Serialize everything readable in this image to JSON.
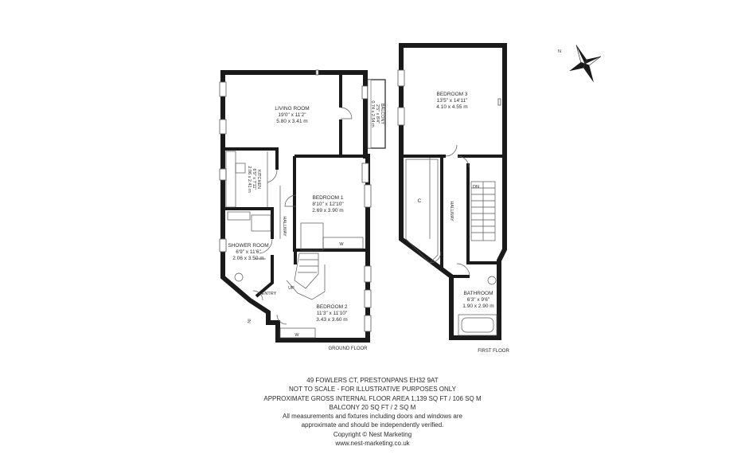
{
  "ground_floor": {
    "label": "GROUND FLOOR",
    "living_room": {
      "name": "LIVING ROOM",
      "imperial": "19'0\" x 11'2\"",
      "metric": "5.80 x 3.41 m"
    },
    "balcony": {
      "name": "BALCONY",
      "imperial": "2'5\" x 8'4\"",
      "metric": "0.74 x 2.54 m"
    },
    "kitchen": {
      "name": "KITCHEN",
      "imperial": "6'9\" x 7'11\"",
      "metric": "2.06 x 2.41 m"
    },
    "bedroom_1": {
      "name": "BEDROOM 1",
      "imperial": "8'10\" x 12'10\"",
      "metric": "2.69 x 3.90 m"
    },
    "hallway": "HALLWAY",
    "shower_room": {
      "name": "SHOWER ROOM",
      "imperial": "6'9\" x 11'6\"",
      "metric": "2.06 x 3.50 m"
    },
    "bedroom_2": {
      "name": "BEDROOM 2",
      "imperial": "11'3\" x 11'10\"",
      "metric": "3.43 x 3.60 m"
    },
    "entry": "ENTRY",
    "in": "IN",
    "up": "UP",
    "wardrobe": "W"
  },
  "first_floor": {
    "label": "FIRST FLOOR",
    "bedroom_3": {
      "name": "BEDROOM 3",
      "imperial": "13'5\" x 14'11\"",
      "metric": "4.10 x 4.55 m"
    },
    "hallway": "HALLWAY",
    "cupboard": "C",
    "down": "DN",
    "bathroom": {
      "name": "BATHROOM",
      "imperial": "6'3\" x 9'6\"",
      "metric": "1.90 x 2.90 m"
    }
  },
  "compass": {
    "label": "N"
  },
  "footer": {
    "address": "49 FOWLERS CT, PRESTONPANS EH32 9AT",
    "scale_note": "NOT TO SCALE - FOR ILLUSTRATIVE PURPOSES ONLY",
    "area": "APPROXIMATE GROSS INTERNAL FLOOR AREA 1,139 SQ FT / 106 SQ M",
    "balcony_area": "BALCONY 20 SQ FT / 2 SQ M",
    "disclaimer_1": "All measurements and fixtures including doors and windows are",
    "disclaimer_2": "approximate and should be independently verified.",
    "copyright": "Copyright © Nest Marketing",
    "website": "www.nest-marketing.co.uk"
  },
  "colors": {
    "wall": "#1a1a1a",
    "line": "#555555",
    "window": "#ffffff"
  }
}
